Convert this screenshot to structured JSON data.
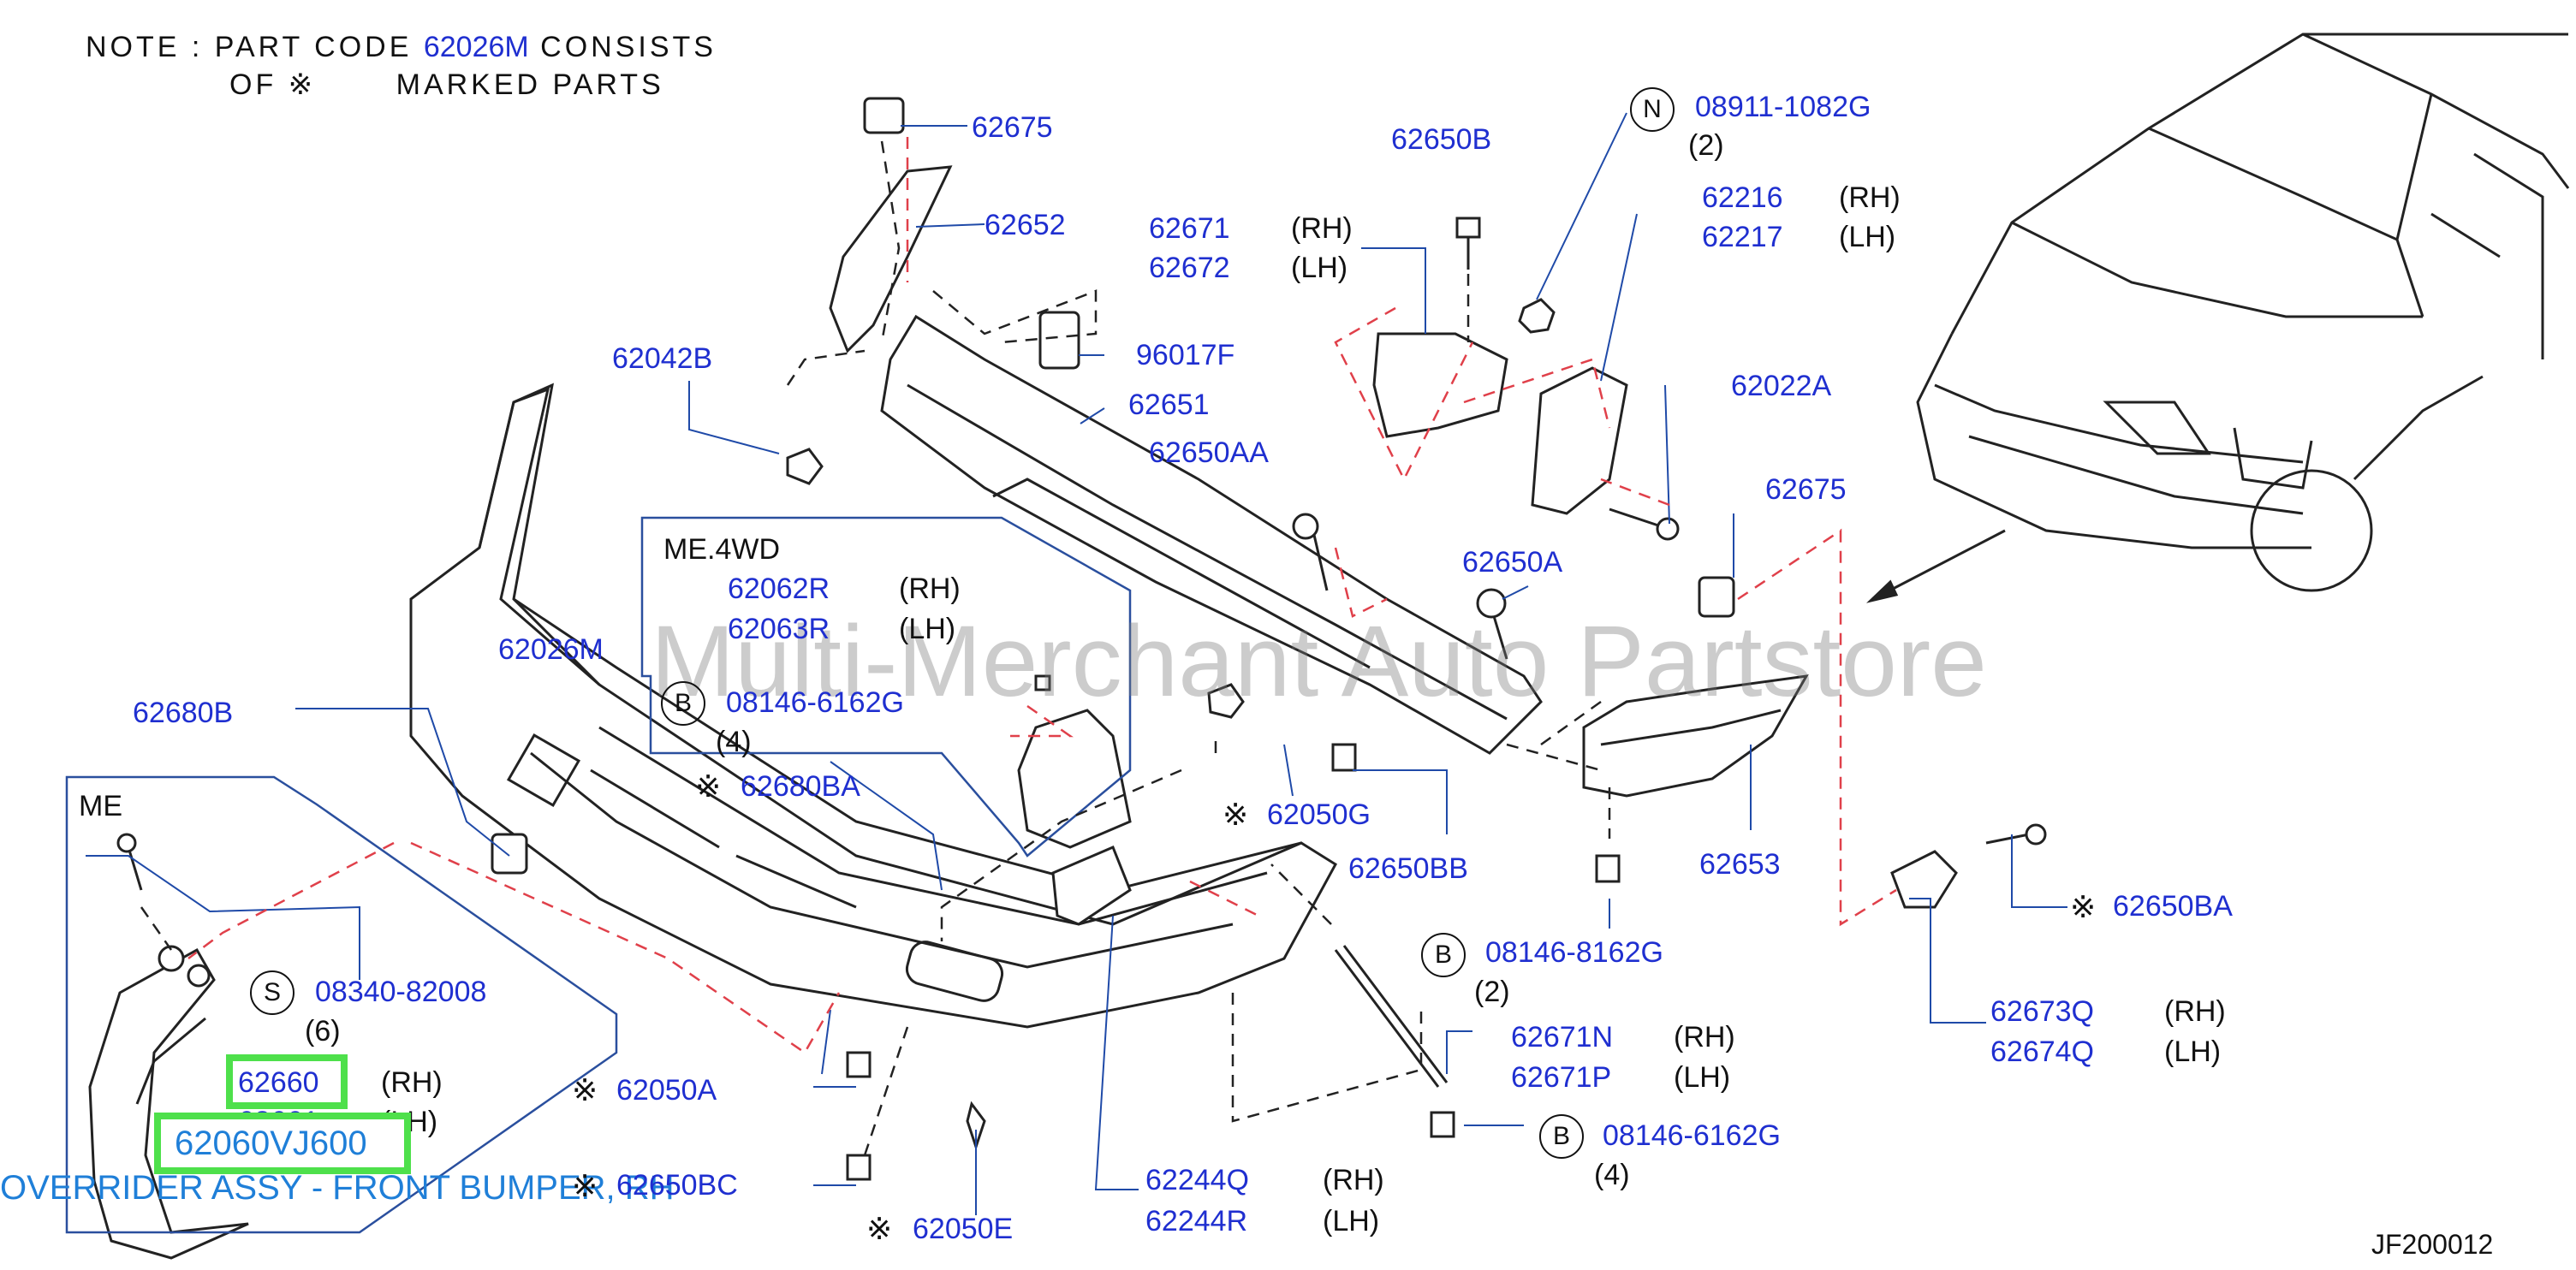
{
  "note": {
    "line1_prefix": "NOTE  :  PART  CODE",
    "part_code": "62026M",
    "line1_suffix": "CONSISTS",
    "line2_prefix": "OF",
    "line2_suffix": "MARKED  PARTS"
  },
  "marks": {
    "asterisk": "※"
  },
  "watermark": "Multi-Merchant Auto Partstore",
  "figure_code": "JF200012",
  "sections": {
    "me4wd": "ME.4WD",
    "me": "ME"
  },
  "circles": {
    "n": "N",
    "b": "B",
    "s": "S"
  },
  "side": {
    "rh": "(RH)",
    "lh": "(LH)"
  },
  "qty": {
    "q2": "(2)",
    "q4": "(4)",
    "q6": "(6)"
  },
  "parts": {
    "p62675a": "62675",
    "p62652": "62652",
    "p62650b": "62650B",
    "p08911": "08911-1082G",
    "p62671": "62671",
    "p62672": "62672",
    "p62216": "62216",
    "p62217": "62217",
    "p62042b": "62042B",
    "p96017f": "96017F",
    "p62651": "62651",
    "p62022a": "62022A",
    "p62650aa": "62650AA",
    "p62675b": "62675",
    "p62650a": "62650A",
    "p62062r": "62062R",
    "p62063r": "62063R",
    "p62026m": "62026M",
    "p08146a": "08146-6162G",
    "p62680b": "62680B",
    "p62680ba": "62680BA",
    "p62050g": "62050G",
    "p62650bb": "62650BB",
    "p62653": "62653",
    "p62650ba": "62650BA",
    "p08340": "08340-82008",
    "p08146b": "08146-8162G",
    "p62673q": "62673Q",
    "p62674q": "62674Q",
    "p62660": "62660",
    "p62661": "62661",
    "p62671n": "62671N",
    "p62671p": "62671P",
    "p62050a": "62050A",
    "p62060vj600": "62060VJ600",
    "p08146c": "08146-6162G",
    "p62650bc": "62650BC",
    "p62244q": "62244Q",
    "p62244r": "62244R",
    "p62050e": "62050E"
  },
  "selected_label": "OVERRIDER ASSY - FRONT BUMPER, RH",
  "colors": {
    "part_number": "#1f2fd0",
    "highlight": "#4ee04b",
    "leader_line": "#1f4aa8",
    "red_dash": "#e0404a",
    "selected_label": "#1f7fd8"
  }
}
